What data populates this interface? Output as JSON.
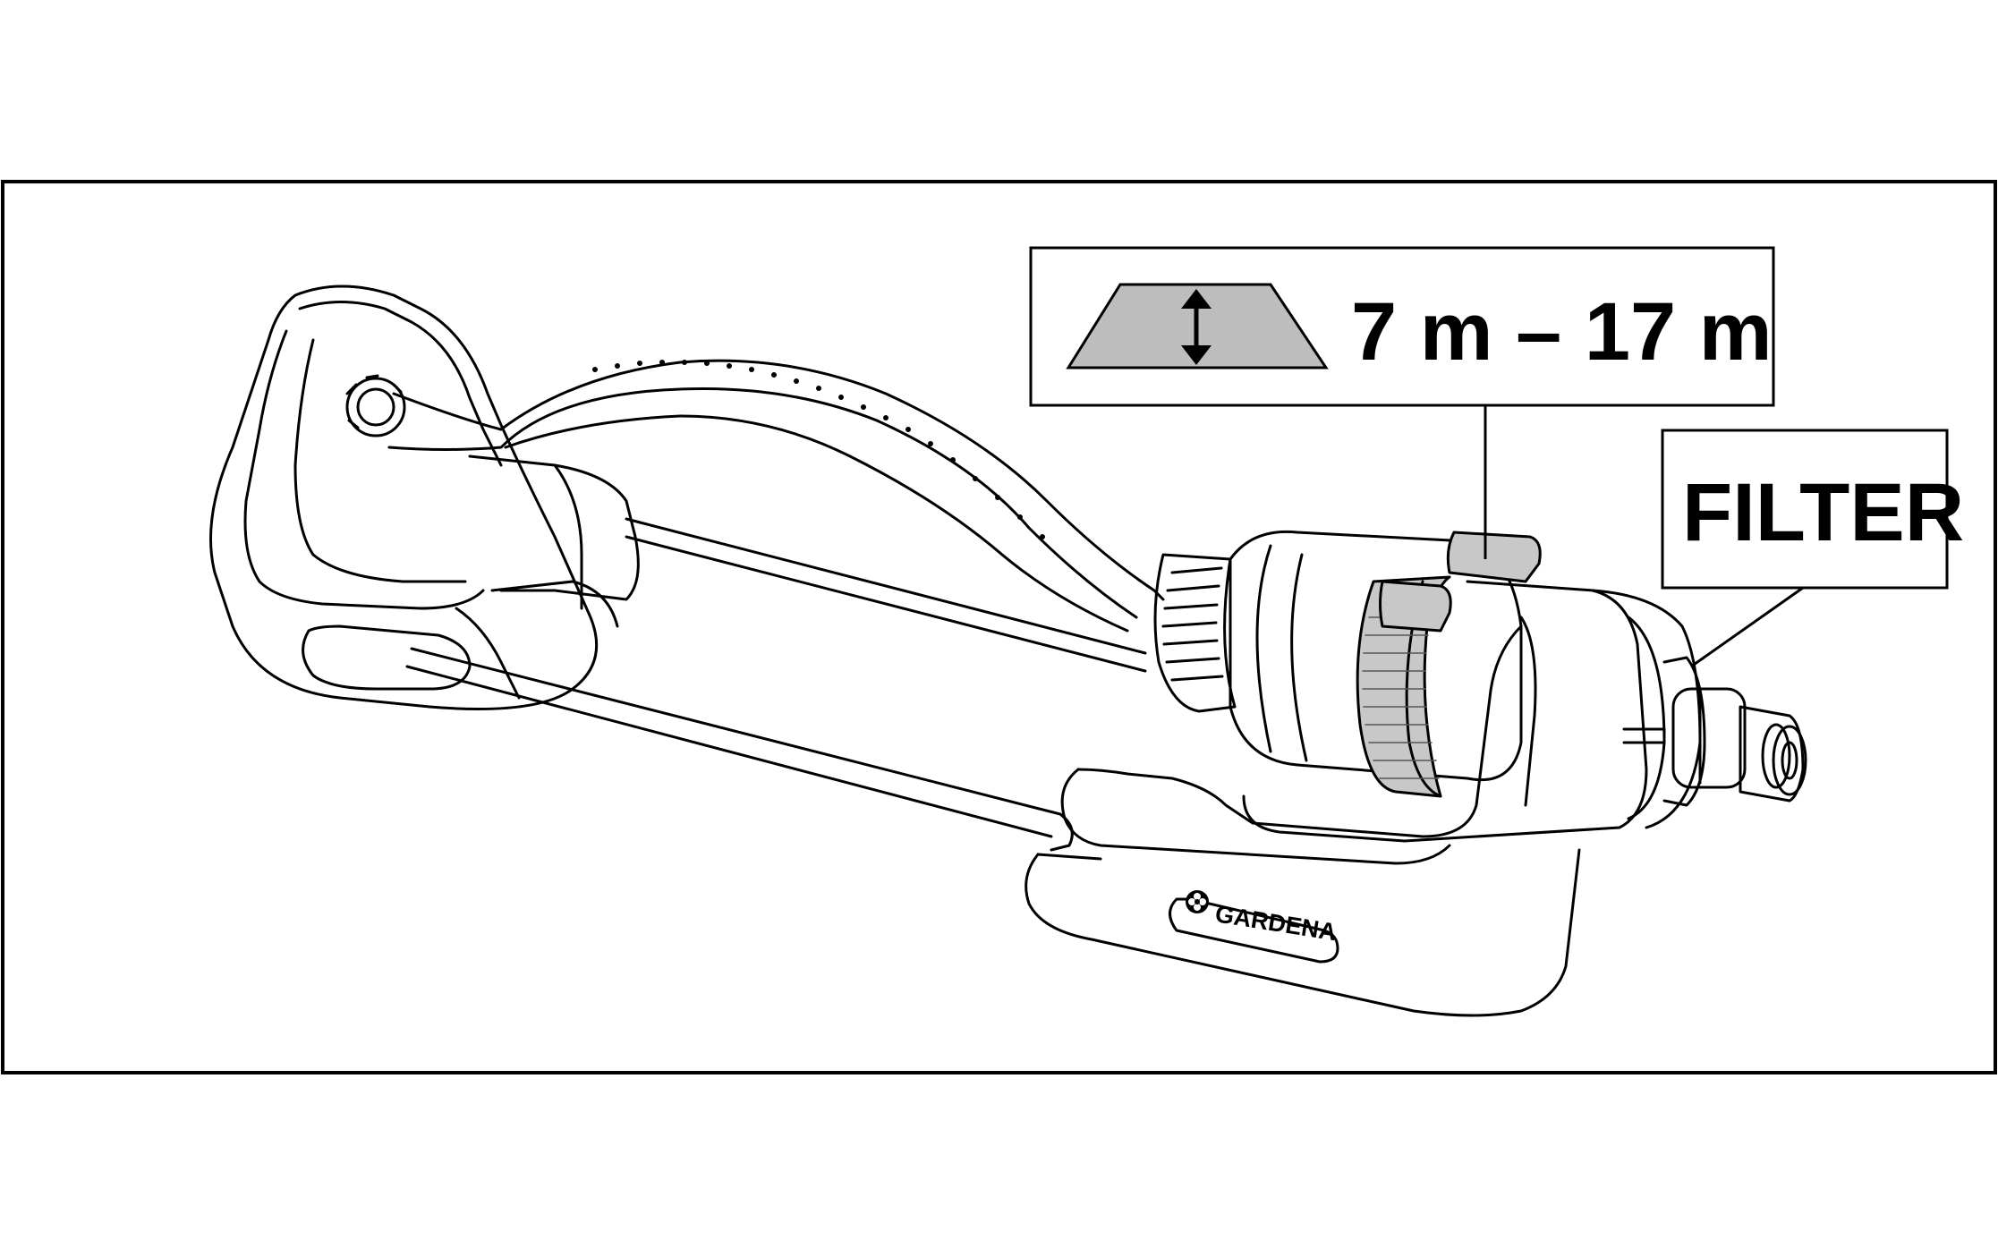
{
  "range_label": {
    "text": "7 m – 17 m",
    "icon": "spray-width-adjust-icon"
  },
  "filter_label": {
    "text": "FILTER"
  },
  "brand": {
    "name": "GARDENA",
    "icon": "gardena-flower-logo-icon"
  },
  "colors": {
    "outline": "#000000",
    "highlight_gray": "#bdbdbd",
    "background": "#ffffff"
  }
}
